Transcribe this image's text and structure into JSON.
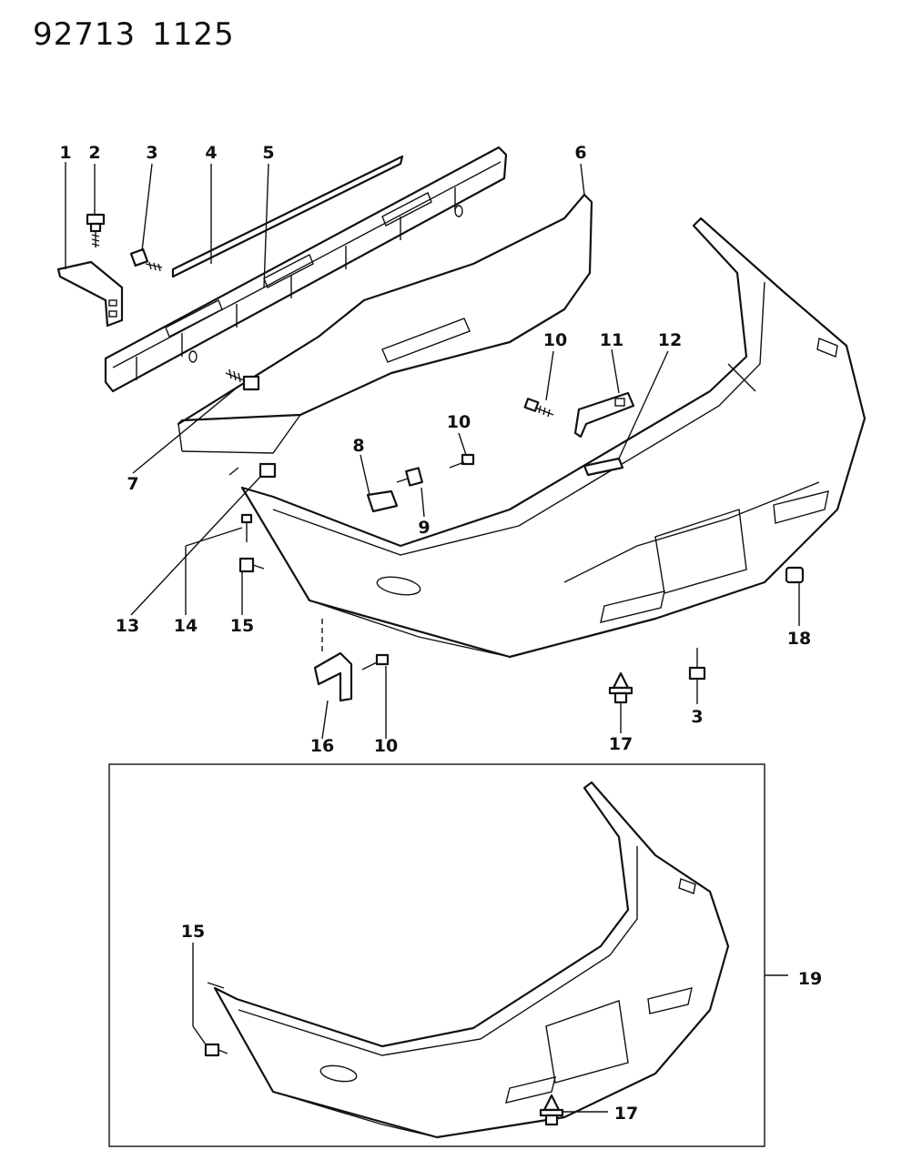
{
  "header": {
    "code_1": "92713",
    "code_2": "1125"
  },
  "callouts": [
    {
      "id": "c1",
      "text": "1"
    },
    {
      "id": "c2",
      "text": "2"
    },
    {
      "id": "c3a",
      "text": "3"
    },
    {
      "id": "c4",
      "text": "4"
    },
    {
      "id": "c5",
      "text": "5"
    },
    {
      "id": "c6",
      "text": "6"
    },
    {
      "id": "c7",
      "text": "7"
    },
    {
      "id": "c8",
      "text": "8"
    },
    {
      "id": "c9",
      "text": "9"
    },
    {
      "id": "c10a",
      "text": "10"
    },
    {
      "id": "c10b",
      "text": "10"
    },
    {
      "id": "c10c",
      "text": "10"
    },
    {
      "id": "c11",
      "text": "11"
    },
    {
      "id": "c12",
      "text": "12"
    },
    {
      "id": "c13",
      "text": "13"
    },
    {
      "id": "c14",
      "text": "14"
    },
    {
      "id": "c15a",
      "text": "15"
    },
    {
      "id": "c16",
      "text": "16"
    },
    {
      "id": "c17a",
      "text": "17"
    },
    {
      "id": "c3b",
      "text": "3"
    },
    {
      "id": "c18",
      "text": "18"
    },
    {
      "id": "c15b",
      "text": "15"
    },
    {
      "id": "c17b",
      "text": "17"
    },
    {
      "id": "c19",
      "text": "19"
    }
  ]
}
